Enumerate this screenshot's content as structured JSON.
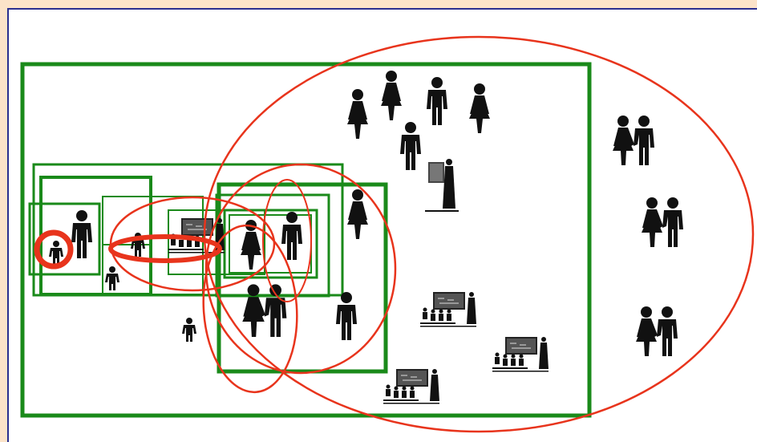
{
  "slide": {
    "background_color": "#fbe3c9",
    "border_color": "#2a2f8f",
    "canvas_color": "#ffffff"
  },
  "diagram": {
    "type": "nested-groups",
    "box_color": "#1a8a1a",
    "ellipse_color": "#e8341c",
    "figure_color": "#111111",
    "box_count": 11,
    "ellipse_count": 7,
    "icons": {
      "child": "child-icon",
      "man": "man-icon",
      "woman": "woman-icon",
      "couple": "couple-icon",
      "classroom": "classroom-icon",
      "teacher": "teacher-icon"
    }
  }
}
